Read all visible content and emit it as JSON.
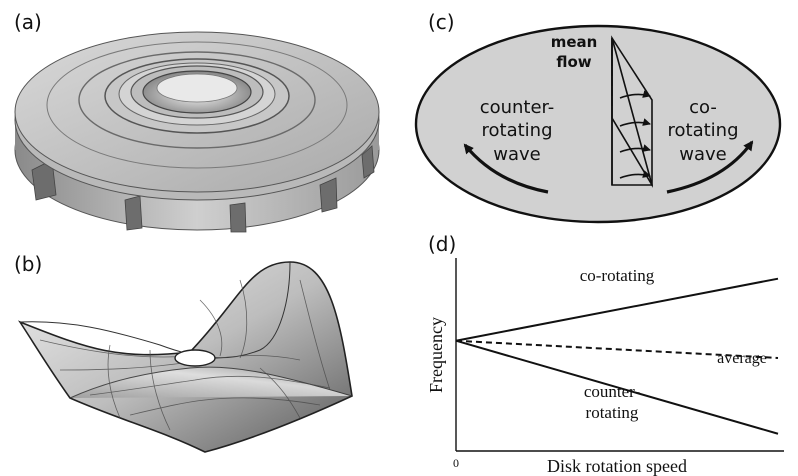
{
  "labels": {
    "a": "(a)",
    "b": "(b)",
    "c": "(c)",
    "d": "(d)"
  },
  "panel_c": {
    "mean_flow_line1": "mean",
    "mean_flow_line2": "flow",
    "counter_line1": "counter-",
    "counter_line2": "rotating",
    "counter_line3": "wave",
    "co_line1": "co-",
    "co_line2": "rotating",
    "co_line3": "wave"
  },
  "chart_data": {
    "type": "line",
    "ylabel": "Frequency",
    "xlabel": "Disk rotation speed",
    "x_tick_labels": [
      "0"
    ],
    "x": [
      0,
      1
    ],
    "series": [
      {
        "name": "co-rotating",
        "values": [
          1.0,
          1.9
        ],
        "style": "solid"
      },
      {
        "name": "average",
        "values": [
          1.0,
          0.75
        ],
        "style": "dashed"
      },
      {
        "name": "counter-rotating",
        "values": [
          1.0,
          -0.35
        ],
        "style": "solid"
      }
    ],
    "series_label_lines": {
      "co-rotating": [
        "co-rotating"
      ],
      "average": [
        "average"
      ],
      "counter-rotating": [
        "counter-",
        "rotating"
      ]
    },
    "ylim": [
      -0.6,
      2.2
    ],
    "xlim": [
      0,
      1
    ]
  }
}
